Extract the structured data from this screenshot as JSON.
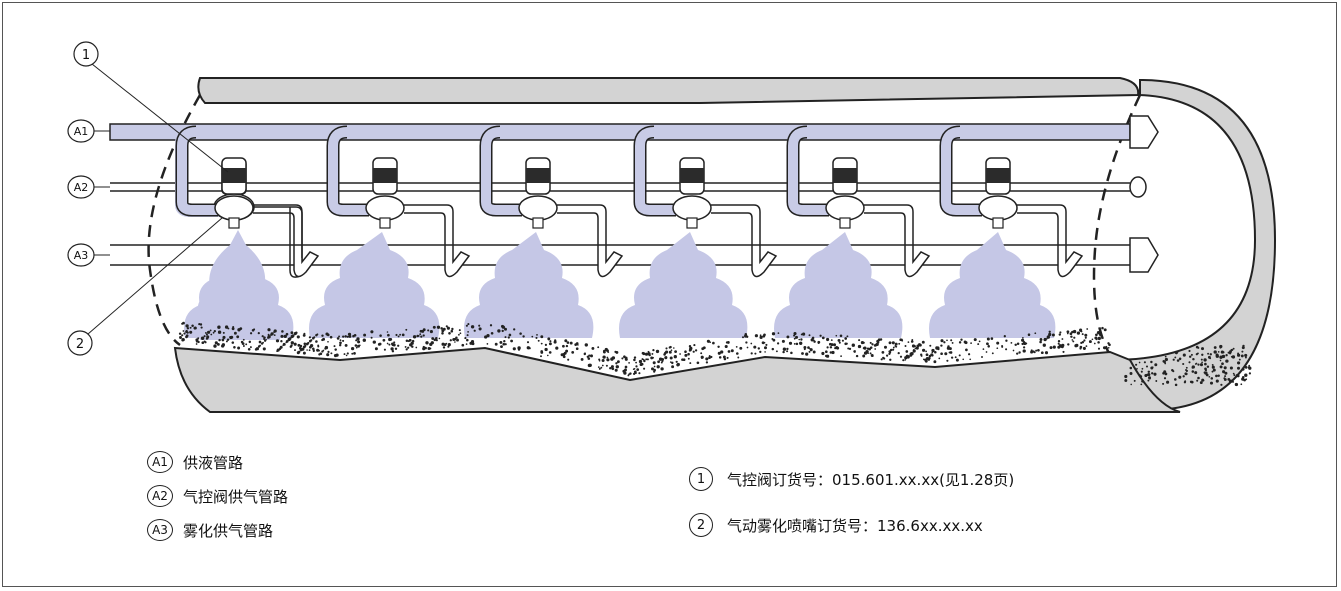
{
  "callouts": {
    "c1": "1",
    "c2": "2",
    "a1": "A1",
    "a2": "A2",
    "a3": "A3"
  },
  "legend_left": [
    {
      "badge": "A1",
      "text": "供液管路"
    },
    {
      "badge": "A2",
      "text": "气控阀供气管路"
    },
    {
      "badge": "A3",
      "text": "雾化供气管路"
    }
  ],
  "legend_right": [
    {
      "badge": "1",
      "text": "气控阀订货号：015.601.xx.xx(见1.28页)"
    },
    {
      "badge": "2",
      "text": "气动雾化喷嘴订货号：136.6xx.xx.xx"
    }
  ],
  "colors": {
    "liquid_pipe": "#c8cbe6",
    "spray": "#c5c7e6",
    "duct": "#d3d3d3",
    "line": "#222222"
  }
}
